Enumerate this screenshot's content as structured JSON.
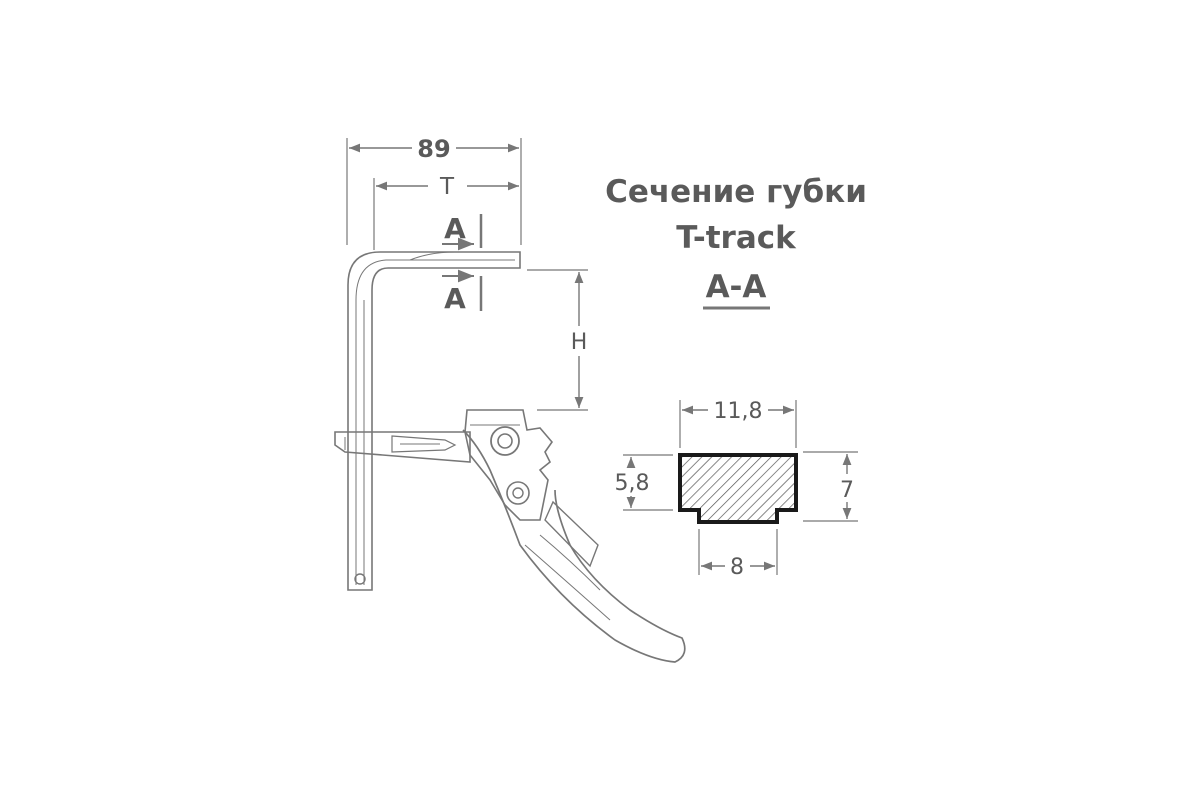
{
  "labels": {
    "dim_89": "89",
    "dim_T": "T",
    "section_mark_top": "A",
    "section_mark_bottom": "A",
    "dim_H": "H"
  },
  "section_title": {
    "line1": "Сечение губки",
    "line2": "T-track",
    "line3": "A-A"
  },
  "section_dims": {
    "width_top": "11,8",
    "height_left": "5,8",
    "height_right": "7",
    "width_bottom": "8"
  },
  "colors": {
    "line": "#777777",
    "text": "#5a5a5a",
    "profile_outline": "#1a1a1a",
    "hatch": "#555555"
  }
}
